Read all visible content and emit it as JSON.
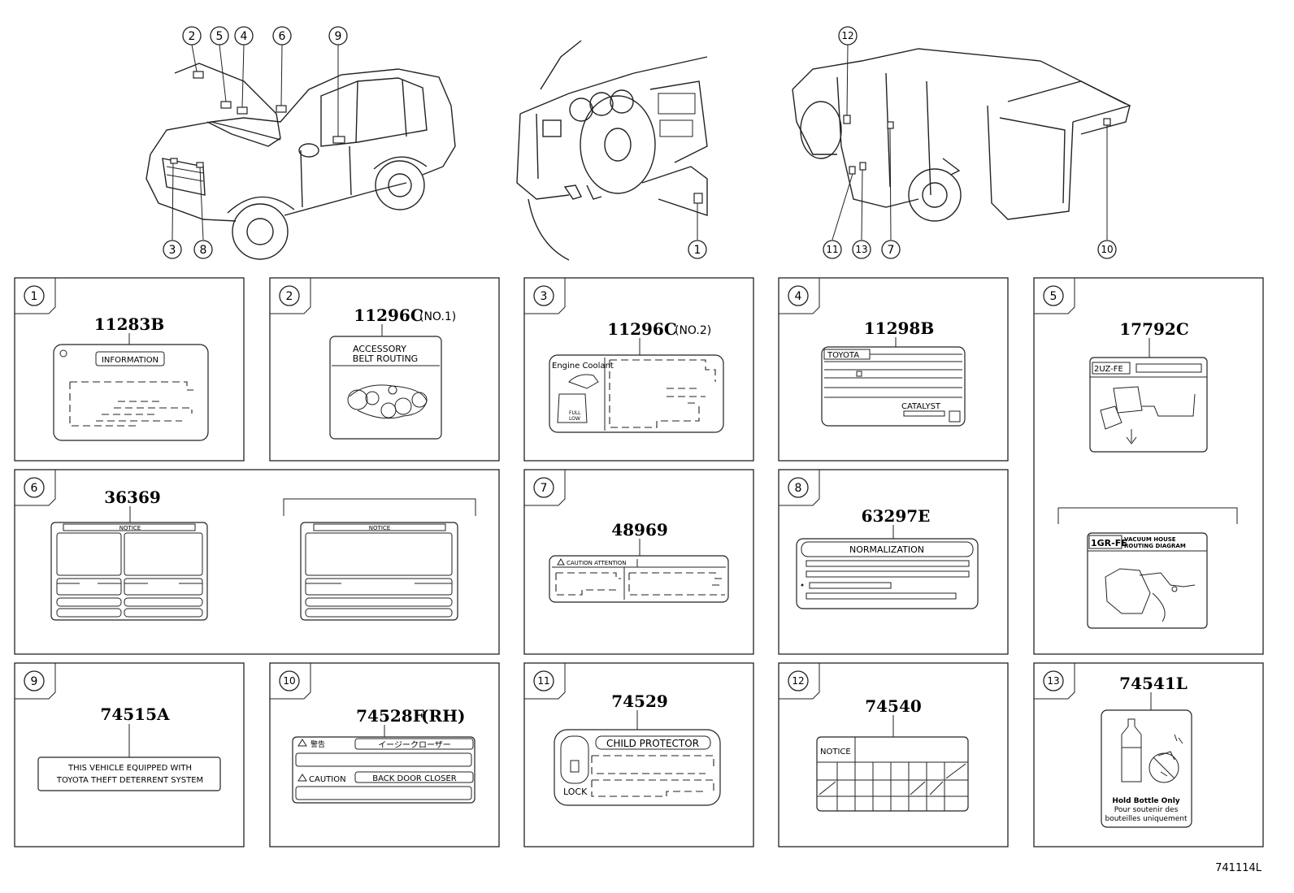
{
  "callouts_overview": [
    "2",
    "5",
    "4",
    "6",
    "9",
    "3",
    "8",
    "1",
    "12",
    "11",
    "13",
    "7",
    "10"
  ],
  "panels": {
    "p1": {
      "num": "1",
      "code": "11283B",
      "text": "INFORMATION"
    },
    "p2": {
      "num": "2",
      "code": "11296C",
      "suffix": "(NO.1)",
      "line1": "ACCESSORY",
      "line2": "BELT ROUTING"
    },
    "p3": {
      "num": "3",
      "code": "11296C",
      "suffix": "(NO.2)",
      "heading": "Engine Coolant",
      "full": "FULL",
      "low": "LOW"
    },
    "p4": {
      "num": "4",
      "code": "11298B",
      "brand": "TOYOTA",
      "catalyst": "CATALYST"
    },
    "p5": {
      "num": "5",
      "code": "17792C",
      "engine1": "2UZ-FE",
      "engine2": "1GR-FE",
      "vac1": "VACUUM HOUSE",
      "vac2": "ROUTING DIAGRAM"
    },
    "p6": {
      "num": "6",
      "code": "36369",
      "notice1": "NOTICE",
      "notice2": "NOTICE"
    },
    "p7": {
      "num": "7",
      "code": "48969",
      "caution": "CAUTION  ATTENTION"
    },
    "p8": {
      "num": "8",
      "code": "63297E",
      "title": "NORMALIZATION"
    },
    "p9": {
      "num": "9",
      "code": "74515A",
      "line1": "THIS VEHICLE EQUIPPED WITH",
      "line2": "TOYOTA THEFT DETERRENT SYSTEM"
    },
    "p10": {
      "num": "10",
      "code": "74528F",
      "suffix": "(RH)",
      "warn_jp": "警告",
      "jp": "イージークローザー",
      "caution": "CAUTION",
      "closer": "BACK DOOR CLOSER"
    },
    "p11": {
      "num": "11",
      "code": "74529",
      "title": "CHILD PROTECTOR",
      "lock": "LOCK"
    },
    "p12": {
      "num": "12",
      "code": "74540",
      "notice": "NOTICE"
    },
    "p13": {
      "num": "13",
      "code": "74541L",
      "line1": "Hold Bottle Only",
      "line2": "Pour soutenir des",
      "line3": "bouteilles uniquement"
    }
  },
  "figure_id": "741114L"
}
